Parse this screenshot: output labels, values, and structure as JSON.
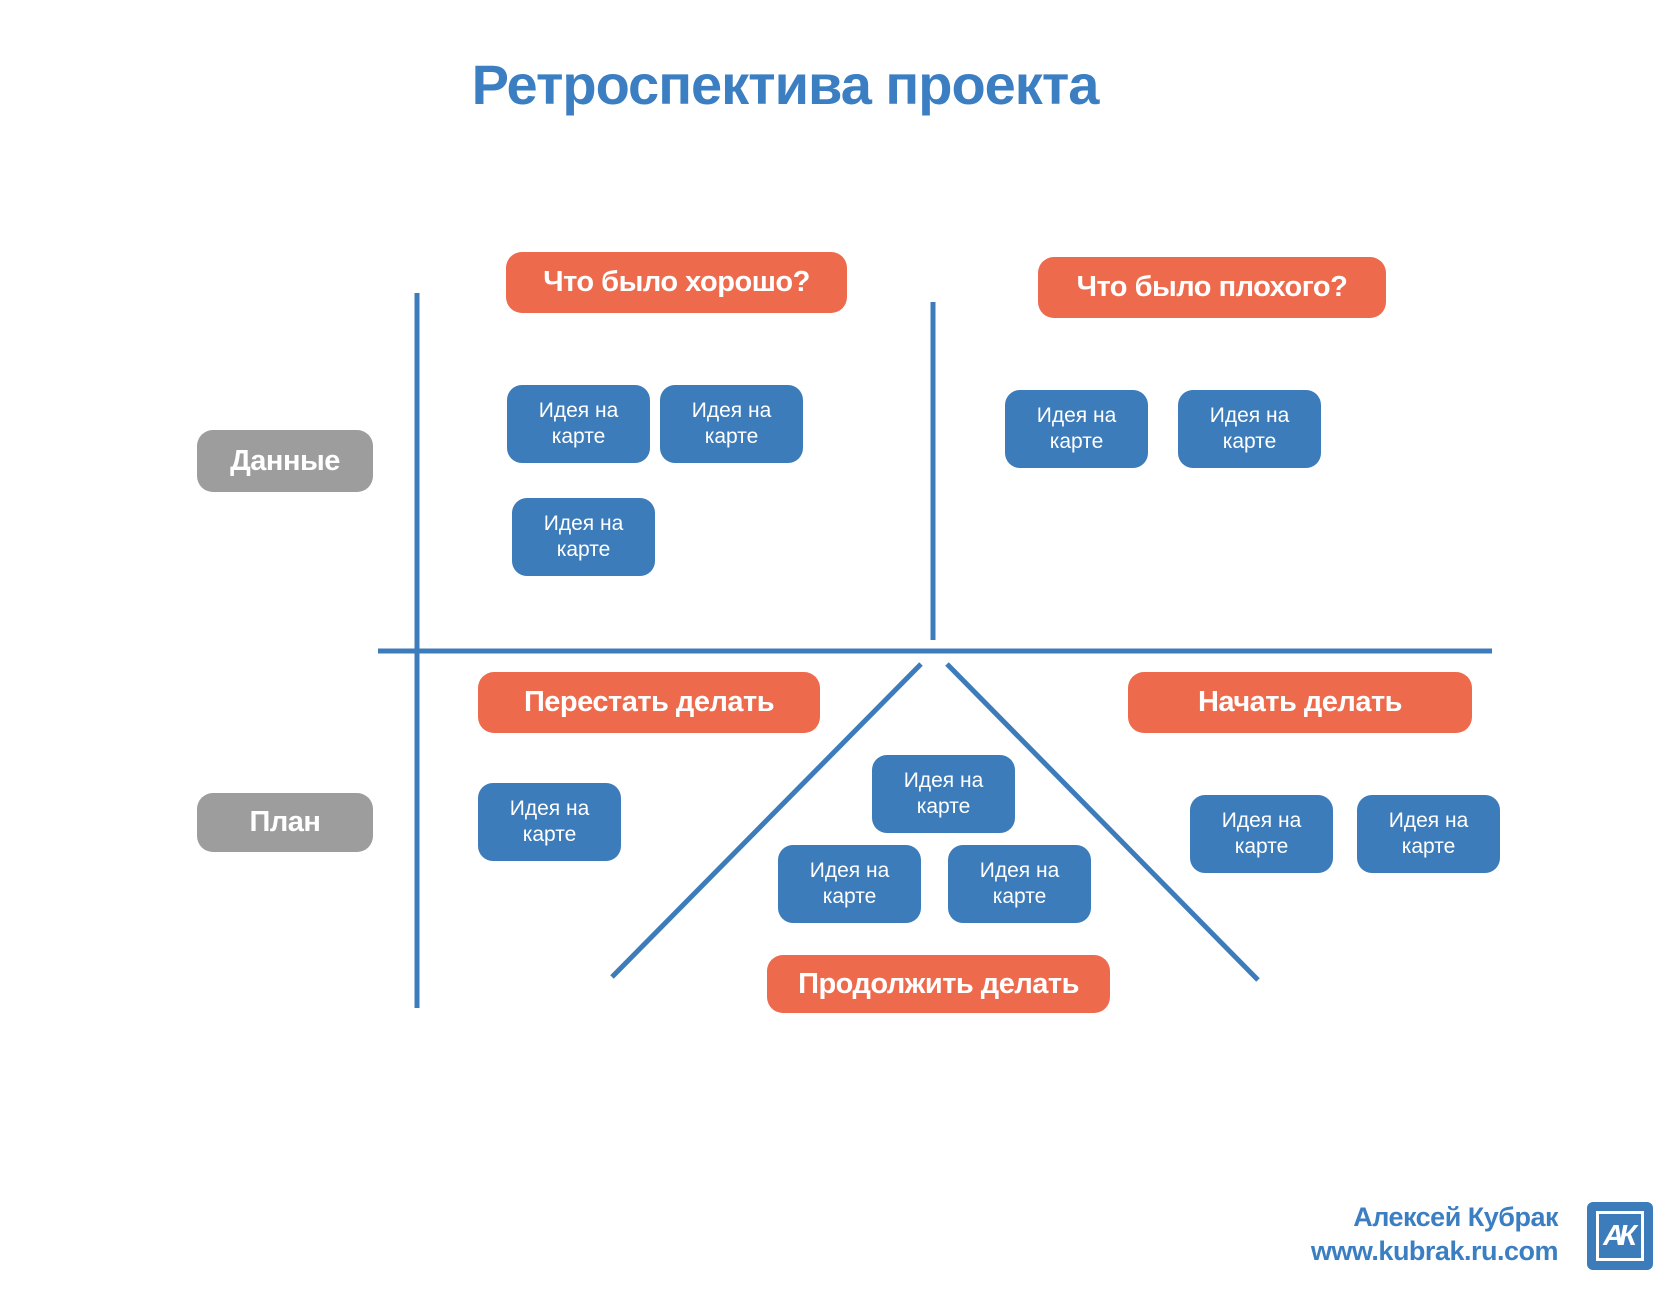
{
  "title": "Ретроспектива проекта",
  "quadrants": {
    "good": "Что было хорошо?",
    "bad": "Что было плохого?",
    "stop": "Перестать делать",
    "start": "Начать делать",
    "continue": "Продолжить делать"
  },
  "axis": {
    "data": "Данные",
    "plan": "План"
  },
  "card_label": "Идея на карте",
  "card_counts": {
    "good": 3,
    "bad": 2,
    "stop": 1,
    "continue": 3,
    "start": 2
  },
  "footer": {
    "author": "Алексей Кубрак",
    "website": "www.kubrak.ru.com",
    "logo_monogram": "АК"
  },
  "colors": {
    "blue": "#3d7cba",
    "title_blue": "#3b7fc2",
    "orange": "#ee6a4c",
    "gray": "#9d9d9d"
  }
}
